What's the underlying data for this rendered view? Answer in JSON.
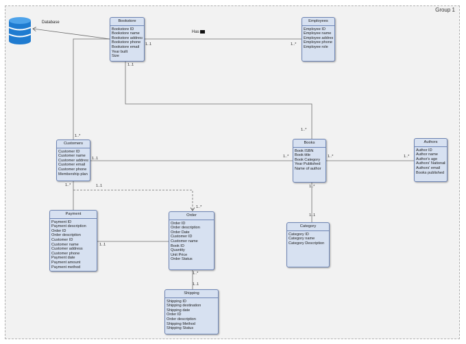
{
  "group": {
    "label": "Group 1"
  },
  "database": {
    "label": "Database"
  },
  "has_label": "Has",
  "entities": {
    "bookstore": {
      "title": "Bookstore",
      "fields": [
        "Bookstore ID",
        "Bookstore name",
        "Bookstore address",
        "Bookstore phone",
        "Bookstore email",
        "Year built",
        "Size"
      ]
    },
    "employees": {
      "title": "Employees",
      "fields": [
        "Employee ID",
        "Employee name",
        "Employee address",
        "Employee phone",
        "Employee role"
      ]
    },
    "customers": {
      "title": "Customers",
      "fields": [
        "Customer ID",
        "Customer name",
        "Customer address",
        "Customer email",
        "Customer phone",
        "Membership plan"
      ]
    },
    "books": {
      "title": "Books",
      "fields": [
        "Book ISBN",
        "Book title",
        "Book Category",
        "Year Published",
        "Name of author"
      ]
    },
    "authors": {
      "title": "Authors",
      "fields": [
        "Author ID",
        "Author name",
        "Author's age",
        "Authors' Nationality",
        "Authors' email",
        "Books published"
      ]
    },
    "payment": {
      "title": "Payment",
      "fields": [
        "Payment ID",
        "Payment description",
        "Order ID",
        "Order description",
        "Customer ID",
        "Customer name",
        "Customer address",
        "Customer phone",
        "Payment date",
        "Payment amount",
        "Payment method"
      ]
    },
    "order": {
      "title": "Order",
      "fields": [
        "Order ID",
        "Order description",
        "Order Date",
        "Customer ID",
        "Customer name",
        "Book ID",
        "Quantity",
        "Unit Price",
        "Order Status"
      ]
    },
    "category": {
      "title": "Category",
      "fields": [
        "Category ID",
        "Category name",
        "Category Description"
      ]
    },
    "shipping": {
      "title": "Shipping",
      "fields": [
        "Shipping ID",
        "Shipping destination",
        "Shipping date",
        "Order ID",
        "Order description",
        "Shipping Method",
        "Shipping Status"
      ]
    }
  },
  "multiplicities": {
    "bookstore_employees_left": "1..1",
    "bookstore_employees_right": "1..*",
    "bookstore_books_top": "1..1",
    "bookstore_books_bottom": "1..*",
    "bookstore_customers": "1..*",
    "customers_books_left": "1..1",
    "customers_books_right": "1..*",
    "books_authors_left": "1..*",
    "books_authors_right": "1..*",
    "customers_payment_top": "1..*",
    "customers_order_top": "1..1",
    "customers_order_bottom": "1..*",
    "payment_order": "1..1",
    "books_category_top": "1..*",
    "books_category_bottom": "1..1",
    "order_shipping_top": "1..*",
    "order_shipping_bottom": "1..1"
  },
  "colors": {
    "entity_fill": "#d7e1f1",
    "entity_border": "#6d84b4",
    "db_icon": "#1f7bd0"
  }
}
